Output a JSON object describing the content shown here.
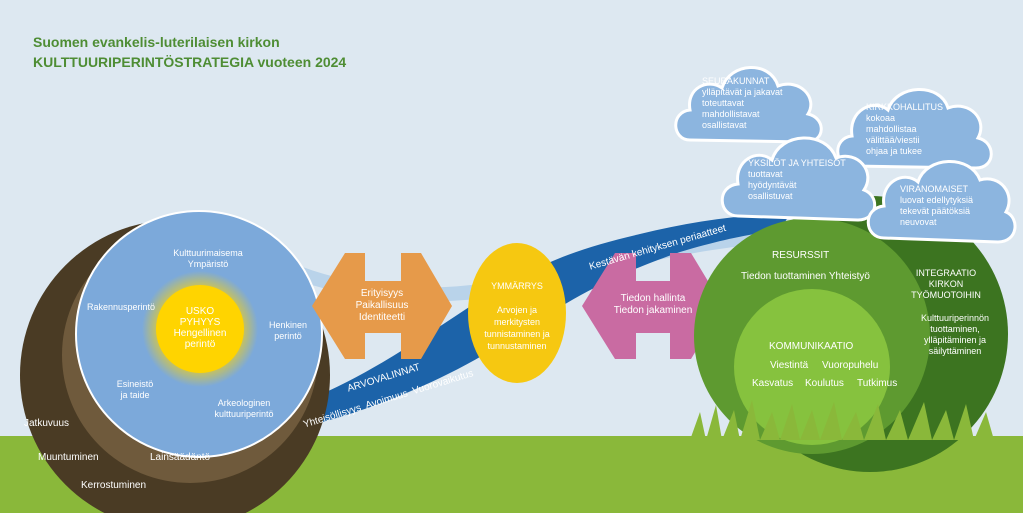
{
  "header": {
    "line1": "Suomen evankelis-luterilaisen kirkon",
    "line2": "KULTTUURIPERINTÖSTRATEGIA vuoteen 2024"
  },
  "colors": {
    "sky": "#dde8f1",
    "grass": "#8ab83a",
    "soil_dark": "#4a3b24",
    "soil_mid": "#6f5a3c",
    "circle": "#7ca9da",
    "ribbon": "#1c63a9",
    "sun": "#ffd400",
    "egg": "#f6c811",
    "arrow_orange": "#e69a4a",
    "arrow_pink": "#c96ba2",
    "green_dark": "#3c7420",
    "green_mid": "#5e9a30",
    "green_light": "#86c23e",
    "cloud": "#8cb5df"
  },
  "soil": {
    "jatkuvuus": "Jatkuvuus",
    "muuntuminen": "Muuntuminen",
    "lainsaadanto": "Lainsäädäntö",
    "kerrostuminen": "Kerrostuminen"
  },
  "heritage_circle": {
    "kulttuurimaisema": "Kulttuurimaisema",
    "ymparisto": "Ympäristö",
    "rakennusperinto": "Rakennusperintö",
    "henkinen1": "Henkinen",
    "henkinen2": "perintö",
    "esineisto1": "Esineistö",
    "esineisto2": "ja taide",
    "arkeologinen1": "Arkeologinen",
    "arkeologinen2": "kulttuuriperintö"
  },
  "sun": {
    "l1": "USKO",
    "l2": "PYHYYS",
    "l3": "Hengellinen",
    "l4": "perintö"
  },
  "orange_arrow": {
    "l1": "Erityisyys",
    "l2": "Paikallisuus",
    "l3": "Identiteetti"
  },
  "ribbon": {
    "arvovalinnat": "ARVOVALINNAT",
    "values": "Yhteisöllisyys  Avoimuus  Vuorovaikutus",
    "kestava": "Kestävän kehityksen periaatteet"
  },
  "egg": {
    "title": "YMMÄRRYS",
    "l1": "Arvojen ja",
    "l2": "merkitysten",
    "l3": "tunnistaminen ja",
    "l4": "tunnustaminen"
  },
  "pink_arrow": {
    "l1": "Tiedon hallinta",
    "l2": "Tiedon jakaminen"
  },
  "integraatio": {
    "l1": "INTEGRAATIO",
    "l2": "KIRKON",
    "l3": "TYÖMUOTOIHIN",
    "l4": "Kulttuuriperinnön",
    "l5": "tuottaminen,",
    "l6": "ylläpitäminen ja",
    "l7": "säilyttäminen"
  },
  "resurssit": {
    "title": "RESURSSIT",
    "text": "Tiedon tuottaminen Yhteistyö"
  },
  "kommunikaatio": {
    "title": "KOMMUNIKAATIO",
    "viestinta": "Viestintä",
    "vuoropuhelu": "Vuoropuhelu",
    "kasvatus": "Kasvatus",
    "koulutus": "Koulutus",
    "tutkimus": "Tutkimus"
  },
  "clouds": {
    "seurakunnat": {
      "title": "SEURAKUNNAT",
      "l1": "ylläpitävät ja jakavat",
      "l2": "toteuttavat",
      "l3": "mahdollistavat",
      "l4": "osallistavat"
    },
    "kirkkohallitus": {
      "title": "KIRKKOHALLITUS",
      "l1": "kokoaa",
      "l2": "mahdollistaa",
      "l3": "välittää/viestii",
      "l4": "ohjaa ja tukee"
    },
    "yksilot": {
      "title": "YKSILÖT JA YHTEISÖT",
      "l1": "tuottavat",
      "l2": "hyödyntävät",
      "l3": "osallistuvat"
    },
    "viranomaiset": {
      "title": "VIRANOMAISET",
      "l1": "luovat edellytyksiä",
      "l2": "tekevät päätöksiä",
      "l3": "neuvovat"
    }
  }
}
